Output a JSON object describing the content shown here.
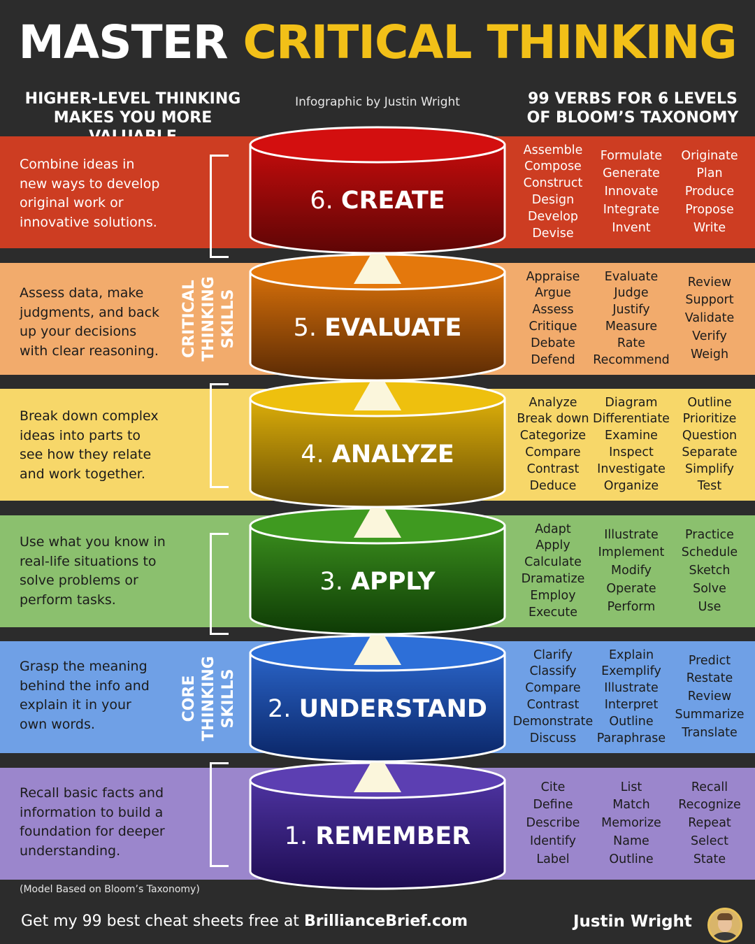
{
  "title": {
    "part1": "MASTER",
    "part2": "CRITICAL THINKING"
  },
  "header": {
    "left": [
      "HIGHER-LEVEL THINKING",
      "MAKES YOU MORE VALUABLE"
    ],
    "middle": "Infographic by Justin Wright",
    "right": [
      "99 VERBS FOR 6 LEVELS",
      "OF BLOOM’S TAXONOMY"
    ]
  },
  "side_labels": {
    "critical": [
      "CRITICAL",
      "THINKING",
      "SKILLS"
    ],
    "core": [
      "CORE",
      "THINKING",
      "SKILLS"
    ]
  },
  "levels": [
    {
      "number": "6.",
      "name": "CREATE",
      "desc": [
        "Combine ideas in",
        "new ways to develop",
        "original work or",
        "innovative solutions."
      ],
      "verbs": [
        [
          "Assemble",
          "Compose",
          "Construct",
          "Design",
          "Develop",
          "Devise"
        ],
        [
          "Formulate",
          "Generate",
          "Innovate",
          "Integrate",
          "Invent"
        ],
        [
          "Originate",
          "Plan",
          "Produce",
          "Propose",
          "Write"
        ]
      ],
      "colors": {
        "band": "#cd3d22",
        "top": "#d30f0f",
        "side_top": "#c40c0c",
        "side_bottom": "#5e0505"
      }
    },
    {
      "number": "5.",
      "name": "EVALUATE",
      "desc": [
        "Assess data, make",
        "judgments, and back",
        "up your decisions",
        "with clear reasoning."
      ],
      "verbs": [
        [
          "Appraise",
          "Argue",
          "Assess",
          "Critique",
          "Debate",
          "Defend"
        ],
        [
          "Evaluate",
          "Judge",
          "Justify",
          "Measure",
          "Rate",
          "Recommend"
        ],
        [
          "Review",
          "Support",
          "Validate",
          "Verify",
          "Weigh"
        ]
      ],
      "colors": {
        "band": "#f2ab6c",
        "top": "#e4780c",
        "side_top": "#d7700a",
        "side_bottom": "#5a2a04"
      }
    },
    {
      "number": "4.",
      "name": "ANALYZE",
      "desc": [
        "Break down complex",
        "ideas into parts to",
        "see how they relate",
        "and work together."
      ],
      "verbs": [
        [
          "Analyze",
          "Break down",
          "Categorize",
          "Compare",
          "Contrast",
          "Deduce"
        ],
        [
          "Diagram",
          "Differentiate",
          "Examine",
          "Inspect",
          "Investigate",
          "Organize"
        ],
        [
          "Outline",
          "Prioritize",
          "Question",
          "Separate",
          "Simplify",
          "Test"
        ]
      ],
      "colors": {
        "band": "#f7d769",
        "top": "#eec00e",
        "side_top": "#dcae0a",
        "side_bottom": "#6a4f03"
      }
    },
    {
      "number": "3.",
      "name": "APPLY",
      "desc": [
        "Use what you know in",
        "real-life situations to",
        "solve problems or",
        "perform tasks."
      ],
      "verbs": [
        [
          "Adapt",
          "Apply",
          "Calculate",
          "Dramatize",
          "Employ",
          "Execute"
        ],
        [
          "Illustrate",
          "Implement",
          "Modify",
          "Operate",
          "Perform"
        ],
        [
          "Practice",
          "Schedule",
          "Sketch",
          "Solve",
          "Use"
        ]
      ],
      "colors": {
        "band": "#8bc06e",
        "top": "#3f9a20",
        "side_top": "#3a8e1d",
        "side_bottom": "#0e3a05"
      }
    },
    {
      "number": "2.",
      "name": "UNDERSTAND",
      "desc": [
        "Grasp the meaning",
        "behind the info and",
        "explain it in your",
        "own words."
      ],
      "verbs": [
        [
          "Clarify",
          "Classify",
          "Compare",
          "Contrast",
          "Demonstrate",
          "Discuss"
        ],
        [
          "Explain",
          "Exemplify",
          "Illustrate",
          "Interpret",
          "Outline",
          "Paraphrase"
        ],
        [
          "Predict",
          "Restate",
          "Review",
          "Summarize",
          "Translate"
        ]
      ],
      "colors": {
        "band": "#6fa0e6",
        "top": "#2d6fd8",
        "side_top": "#2a64c8",
        "side_bottom": "#0a2566"
      }
    },
    {
      "number": "1.",
      "name": "REMEMBER",
      "desc": [
        "Recall basic facts and",
        "information to build a",
        "foundation for deeper",
        "understanding."
      ],
      "verbs": [
        [
          "Cite",
          "Define",
          "Describe",
          "Identify",
          "Label"
        ],
        [
          "List",
          "Match",
          "Memorize",
          "Name",
          "Outline"
        ],
        [
          "Recall",
          "Recognize",
          "Repeat",
          "Select",
          "State"
        ]
      ],
      "colors": {
        "band": "#9b86cc",
        "top": "#5c3fb2",
        "side_top": "#4d33a0",
        "side_bottom": "#1e0c52"
      }
    }
  ],
  "footnote": "(Model Based on Bloom’s Taxonomy)",
  "footer": {
    "cta": "Get my 99 best cheat sheets free at",
    "site": "BrillianceBrief.com",
    "author": "Justin Wright"
  }
}
